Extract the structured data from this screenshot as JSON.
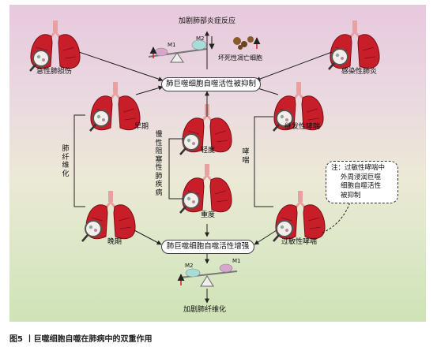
{
  "figure": {
    "caption": "图5 丨巨噬细胞自噬在肺病中的双重作用",
    "top_outcome": "加剧肺部炎症反应",
    "bottom_outcome": "加剧肺纤维化",
    "inhibited_box": "肺巨噬细胞自噬活性被抑制",
    "enhanced_box": "肺巨噬细胞自噬活性增强",
    "necrotic_label": "坏死性凋亡细胞",
    "m1_label": "M1",
    "m2_label": "M2",
    "stages": {
      "acute_lung_injury": "急性肺损伤",
      "infectious_pneumonia": "感染性肺炎",
      "early": "早期",
      "late": "晚期",
      "mild": "轻度",
      "severe": "重度",
      "secondary_asthma": "继发性哮喘",
      "allergic_asthma": "过敏性哮喘"
    },
    "side_labels": {
      "fibrosis": "肺纤维化",
      "copd": "慢性阻塞性肺疾病",
      "asthma": "哮喘"
    },
    "note_lines": [
      "注：过敏性哮喘中",
      "外周浸润巨噬",
      "细胞自噬活性",
      "被抑制"
    ],
    "colors": {
      "lung": "#c81e2a",
      "lung_dark": "#7a0f18",
      "trachea": "#e8a0a0",
      "arrow": "#222222",
      "up_arrow": "#d0202a"
    }
  }
}
